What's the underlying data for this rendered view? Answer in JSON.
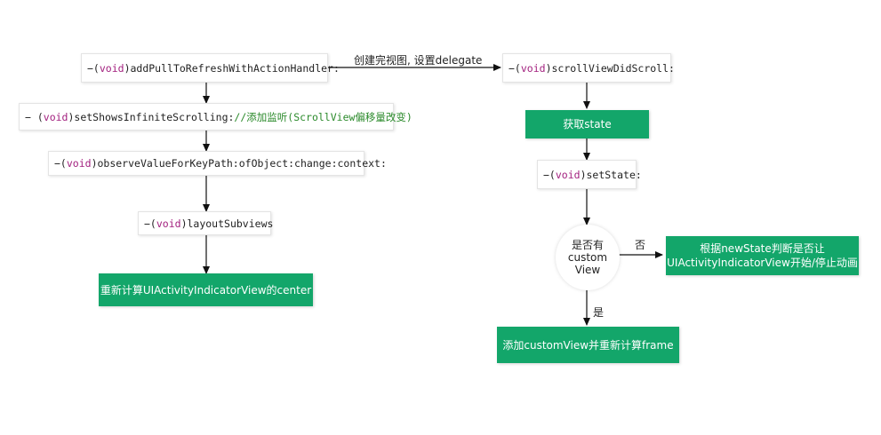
{
  "nodes": {
    "add_pull": {
      "prefix": "−(",
      "kw": "void",
      "rest": ")addPullToRefreshWithActionHandler:"
    },
    "set_shows": {
      "prefix": "− (",
      "kw": "void",
      "rest": ")setShowsInfiniteScrolling:",
      "comment": "//添加监听(ScrollView偏移量改变)"
    },
    "observe": {
      "prefix": "−(",
      "kw": "void",
      "rest": ")observeValueForKeyPath:ofObject:change:context:"
    },
    "layout": {
      "prefix": "−(",
      "kw": "void",
      "rest": ")layoutSubviews"
    },
    "recalc_center": {
      "text": "重新计算UIActivityIndicatorView的center"
    },
    "scroll_did": {
      "prefix": "−(",
      "kw": "void",
      "rest": ")scrollViewDidScroll:"
    },
    "get_state": {
      "text": "获取state"
    },
    "set_state": {
      "prefix": "−(",
      "kw": "void",
      "rest": ")setState:"
    },
    "decision": {
      "line1": "是否有",
      "line2": "custom",
      "line3": "View"
    },
    "toggle_anim": {
      "line1": "根据newState判断是否让",
      "line2": "UIActivityIndicatorView开始/停止动画"
    },
    "add_custom": {
      "text": "添加customView并重新计算frame"
    }
  },
  "edge_labels": {
    "create_view": "创建完视图, 设置delegate",
    "no": "否",
    "yes": "是"
  },
  "colors": {
    "accent": "#13a66a",
    "keyword": "#a3217f",
    "comment": "#2b8a2b",
    "line": "#111111"
  }
}
